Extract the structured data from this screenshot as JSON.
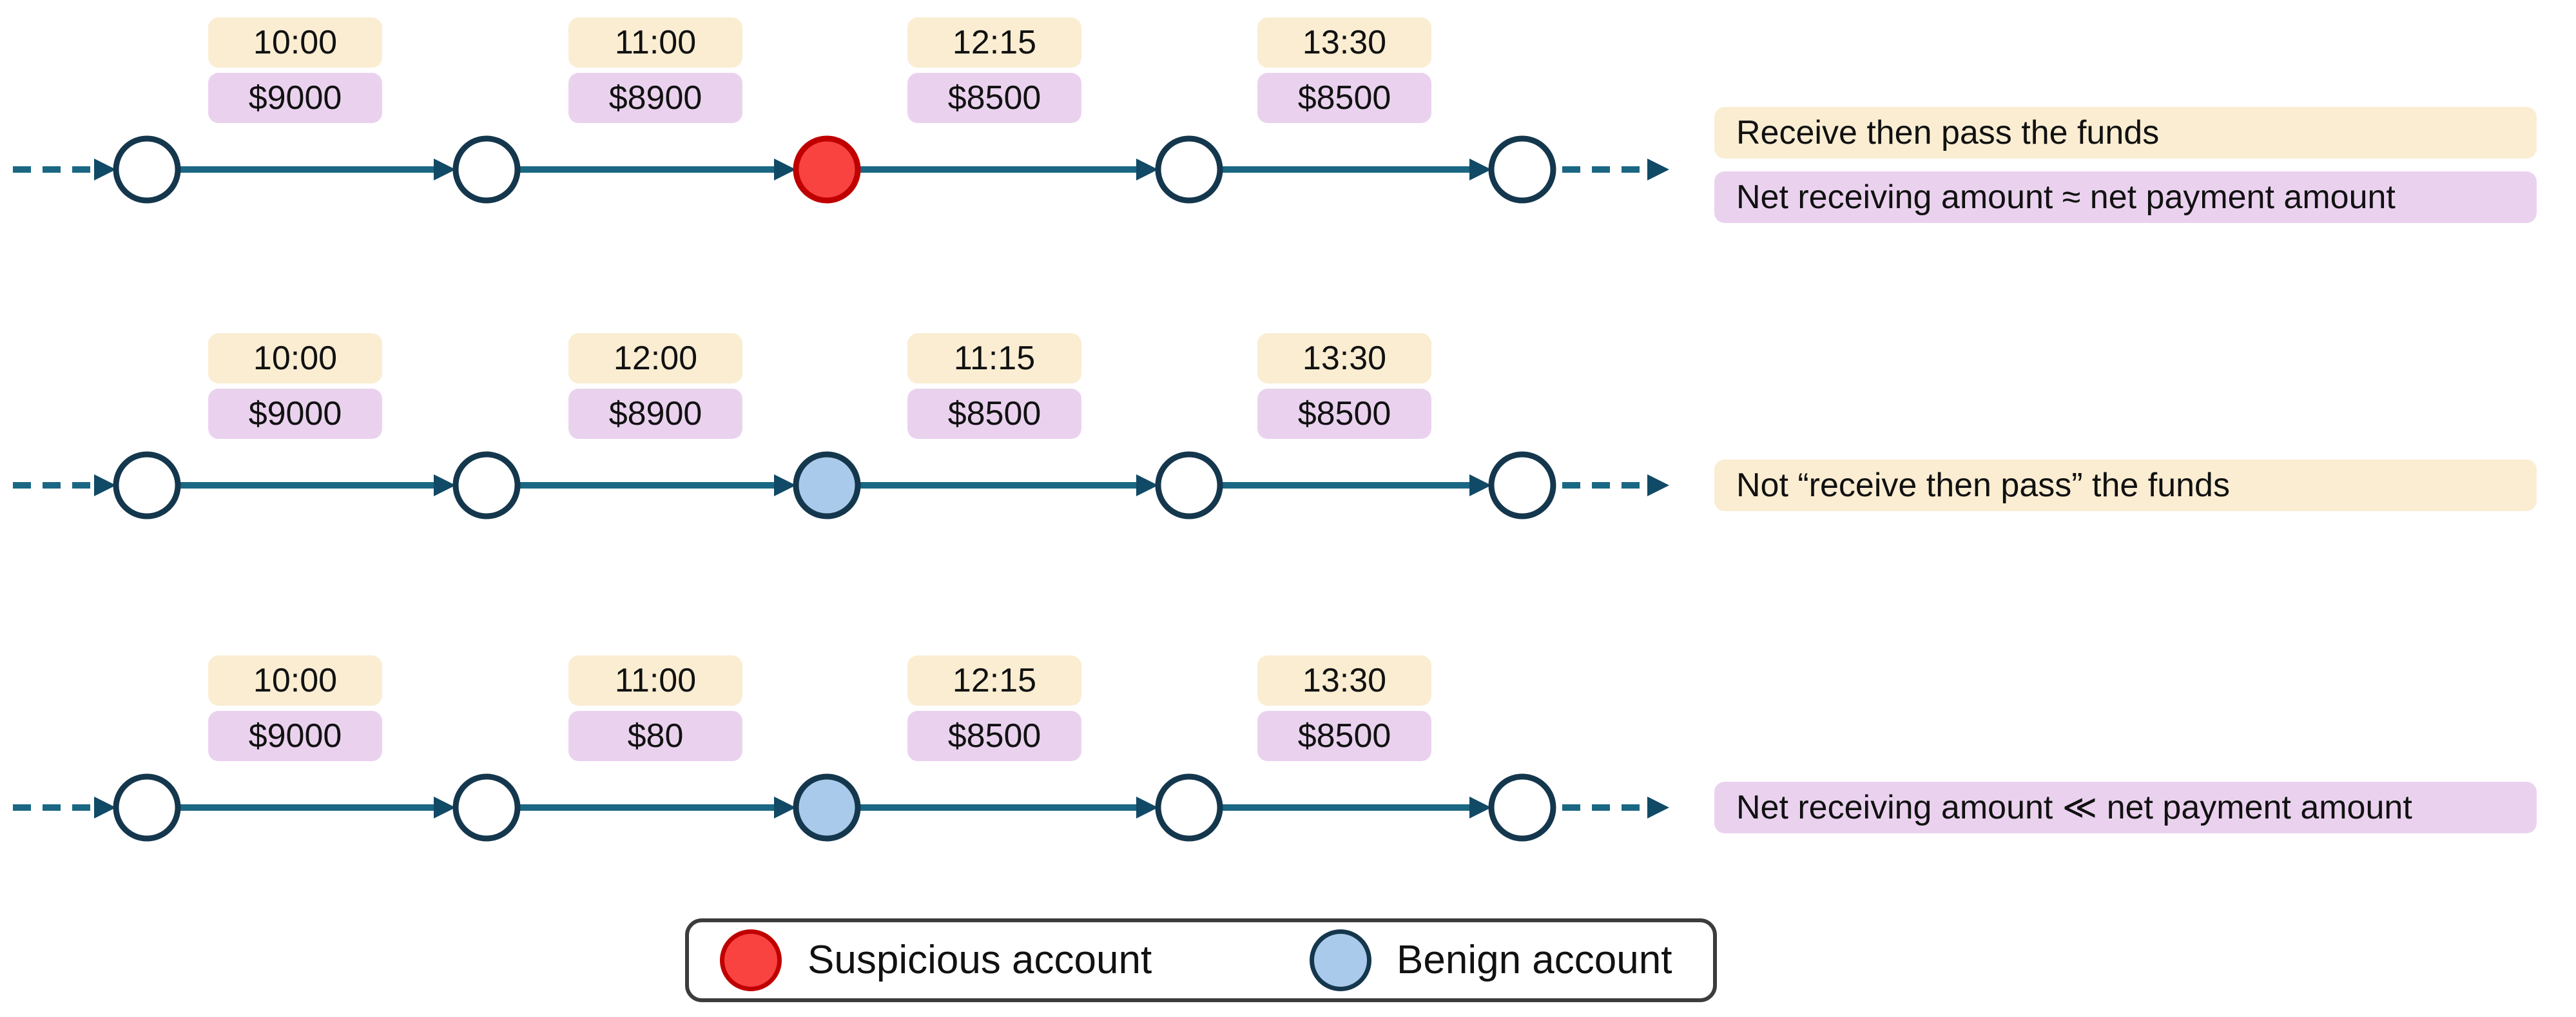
{
  "diagram": {
    "rows": [
      {
        "edges": [
          {
            "time": "10:00",
            "amount": "$9000"
          },
          {
            "time": "11:00",
            "amount": "$8900"
          },
          {
            "time": "12:15",
            "amount": "$8500"
          },
          {
            "time": "13:30",
            "amount": "$8500"
          }
        ],
        "special_node": {
          "index": 2,
          "type": "suspicious"
        },
        "annotations": [
          {
            "text": "Receive then pass the funds",
            "color": "cream"
          },
          {
            "text": "Net receiving amount ≈ net payment amount",
            "color": "pink"
          }
        ]
      },
      {
        "edges": [
          {
            "time": "10:00",
            "amount": "$9000"
          },
          {
            "time": "12:00",
            "amount": "$8900"
          },
          {
            "time": "11:15",
            "amount": "$8500"
          },
          {
            "time": "13:30",
            "amount": "$8500"
          }
        ],
        "special_node": {
          "index": 2,
          "type": "benign"
        },
        "annotations": [
          {
            "text": "Not “receive then pass” the funds",
            "color": "cream"
          }
        ]
      },
      {
        "edges": [
          {
            "time": "10:00",
            "amount": "$9000"
          },
          {
            "time": "11:00",
            "amount": "$80"
          },
          {
            "time": "12:15",
            "amount": "$8500"
          },
          {
            "time": "13:30",
            "amount": "$8500"
          }
        ],
        "special_node": {
          "index": 2,
          "type": "benign"
        },
        "annotations": [
          {
            "text": "Net receiving amount ≪ net payment amount",
            "color": "pink"
          }
        ]
      }
    ],
    "legend": {
      "items": [
        {
          "label": "Suspicious account",
          "type": "suspicious"
        },
        {
          "label": "Benign account",
          "type": "benign"
        }
      ]
    },
    "colors": {
      "cream": "#FAEDD2",
      "pink": "#EAD2EF",
      "node_border": "#14374D",
      "suspicious_fill": "#F84341",
      "suspicious_border": "#C00000",
      "benign_fill": "#A9CAEA",
      "line": "#1A6784",
      "arrowhead": "#114A66",
      "legend_border": "#3C3C3C",
      "text": "#111111"
    }
  }
}
